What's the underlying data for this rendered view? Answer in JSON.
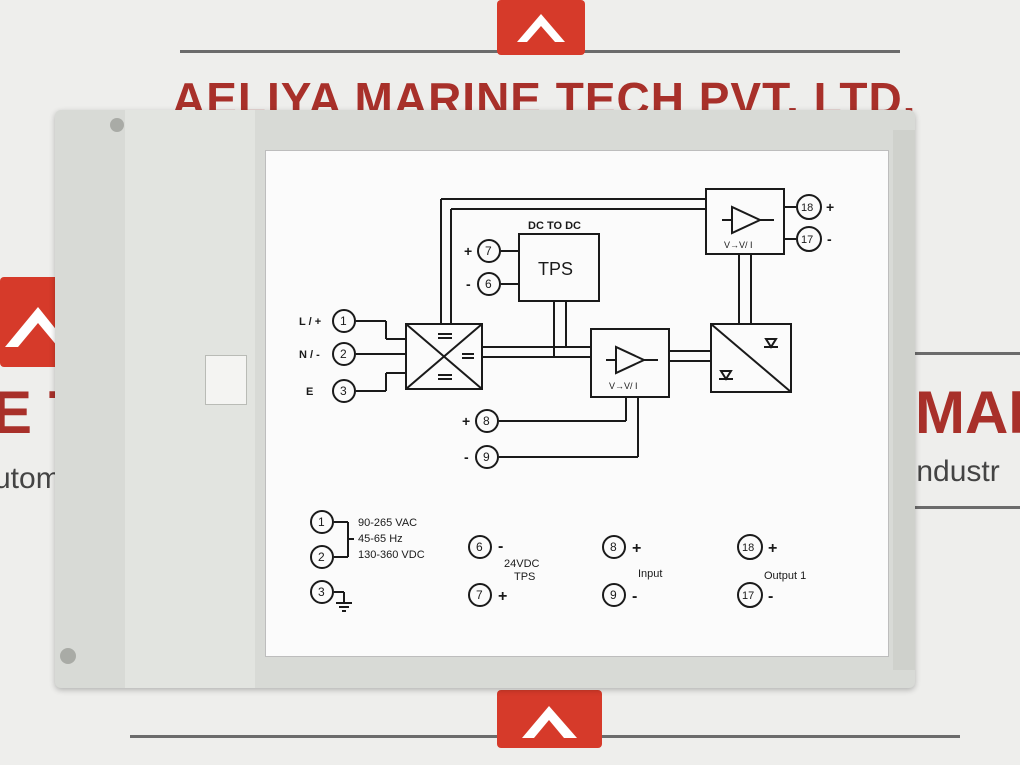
{
  "watermark": {
    "brand_text": "AELIYA MARINE TECH PVT. LTD.",
    "left_fragment": "E TE",
    "left_sub": "utom",
    "right_fragment": "MAR",
    "right_sub": "Industr"
  },
  "diagram": {
    "dc_to_dc": "DC TO DC",
    "tps": "TPS",
    "terminals_left": [
      {
        "label": "L / +",
        "num": "1"
      },
      {
        "label": "N / -",
        "num": "2"
      },
      {
        "label": "E",
        "num": "3"
      }
    ],
    "tps_terminals": [
      {
        "sign": "+",
        "num": "7"
      },
      {
        "sign": "-",
        "num": "6"
      }
    ],
    "input_terminals": [
      {
        "sign": "+",
        "num": "8"
      },
      {
        "sign": "-",
        "num": "9"
      }
    ],
    "output_terminals": [
      {
        "num": "18",
        "sign": "+"
      },
      {
        "num": "17",
        "sign": "-"
      }
    ],
    "converter_label": "V→V/ I"
  },
  "legend": {
    "supply_num_1": "1",
    "supply_num_2": "2",
    "supply_num_3": "3",
    "supply_line_1": "90-265 VAC",
    "supply_line_2": "45-65 Hz",
    "supply_line_3": "130-360 VDC",
    "tps_neg_num": "6",
    "tps_neg_sign": "-",
    "tps_pos_num": "7",
    "tps_pos_sign": "+",
    "tps_label_1": "24VDC",
    "tps_label_2": "TPS",
    "input_pos_num": "8",
    "input_pos_sign": "+",
    "input_neg_num": "9",
    "input_neg_sign": "-",
    "input_label": "Input",
    "output_pos_num": "18",
    "output_pos_sign": "+",
    "output_neg_num": "17",
    "output_neg_sign": "-",
    "output_label": "Output 1"
  }
}
